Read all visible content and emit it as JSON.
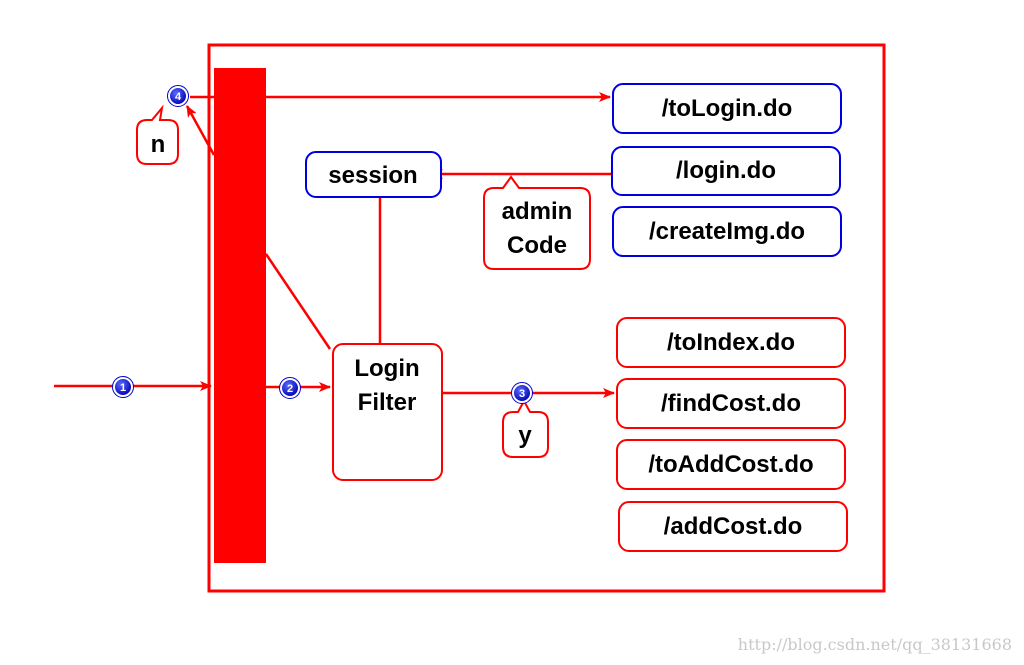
{
  "colors": {
    "red": "#ff0000",
    "blue": "#0000dd",
    "badge": "#0000cc"
  },
  "boxes": {
    "to_login": "/toLogin.do",
    "login": "/login.do",
    "create_img": "/createImg.do",
    "session": "session",
    "admin_code_line1": "admin",
    "admin_code_line2": "Code",
    "login_filter_line1": "Login",
    "login_filter_line2": "Filter",
    "to_index": "/toIndex.do",
    "find_cost": "/findCost.do",
    "to_add_cost": "/toAddCost.do",
    "add_cost": "/addCost.do"
  },
  "callouts": {
    "no": "n",
    "yes": "y"
  },
  "badges": {
    "step1": "1",
    "step2": "2",
    "step3": "3",
    "step4": "4"
  },
  "watermark": "http://blog.csdn.net/qq_38131668"
}
